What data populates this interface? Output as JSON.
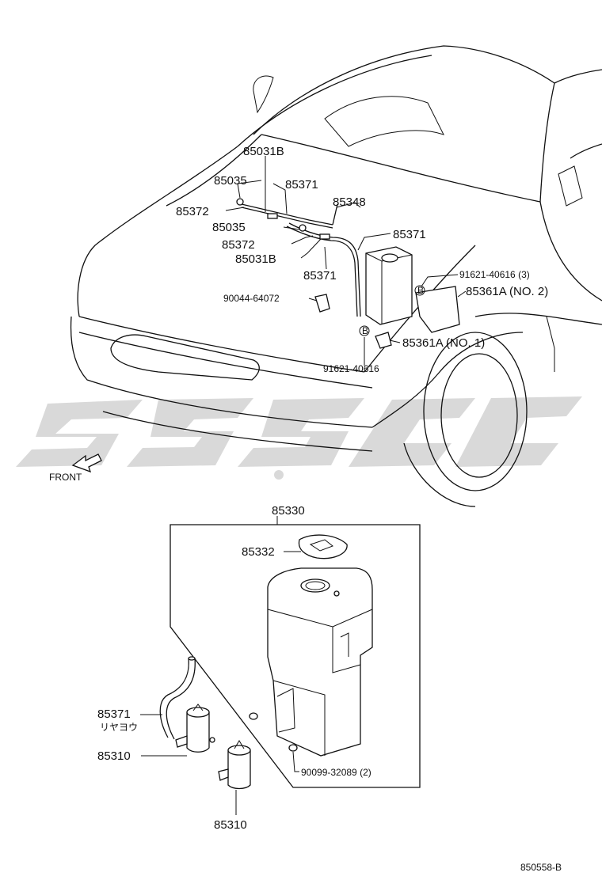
{
  "labels": {
    "p85031B_top": "85031B",
    "p85035_top": "85035",
    "p85371_a": "85371",
    "p85348": "85348",
    "p85372_a": "85372",
    "p85371_b": "85371",
    "p85035_b": "85035",
    "p85372_b": "85372",
    "p85031B_b": "85031B",
    "p91621_3": "91621-40616 (3)",
    "p85371_c": "85371",
    "p85361A_no2": "85361A (NO. 2)",
    "p90044": "90044-64072",
    "p85361A_no1": "85361A (NO. 1)",
    "p91621": "91621-40616",
    "front": "FRONT",
    "p85330": "85330",
    "p85332": "85332",
    "p85371_d": "85371",
    "p85371_jp": "リヤヨウ",
    "p85310_a": "85310",
    "p90099": "90099-32089 (2)",
    "p85310_b": "85310",
    "diagram_code": "850558-B",
    "bolt_b1": "B",
    "bolt_b2": "B"
  },
  "colors": {
    "line": "#111111",
    "watermark": "#d9d9d9",
    "background": "#ffffff"
  }
}
